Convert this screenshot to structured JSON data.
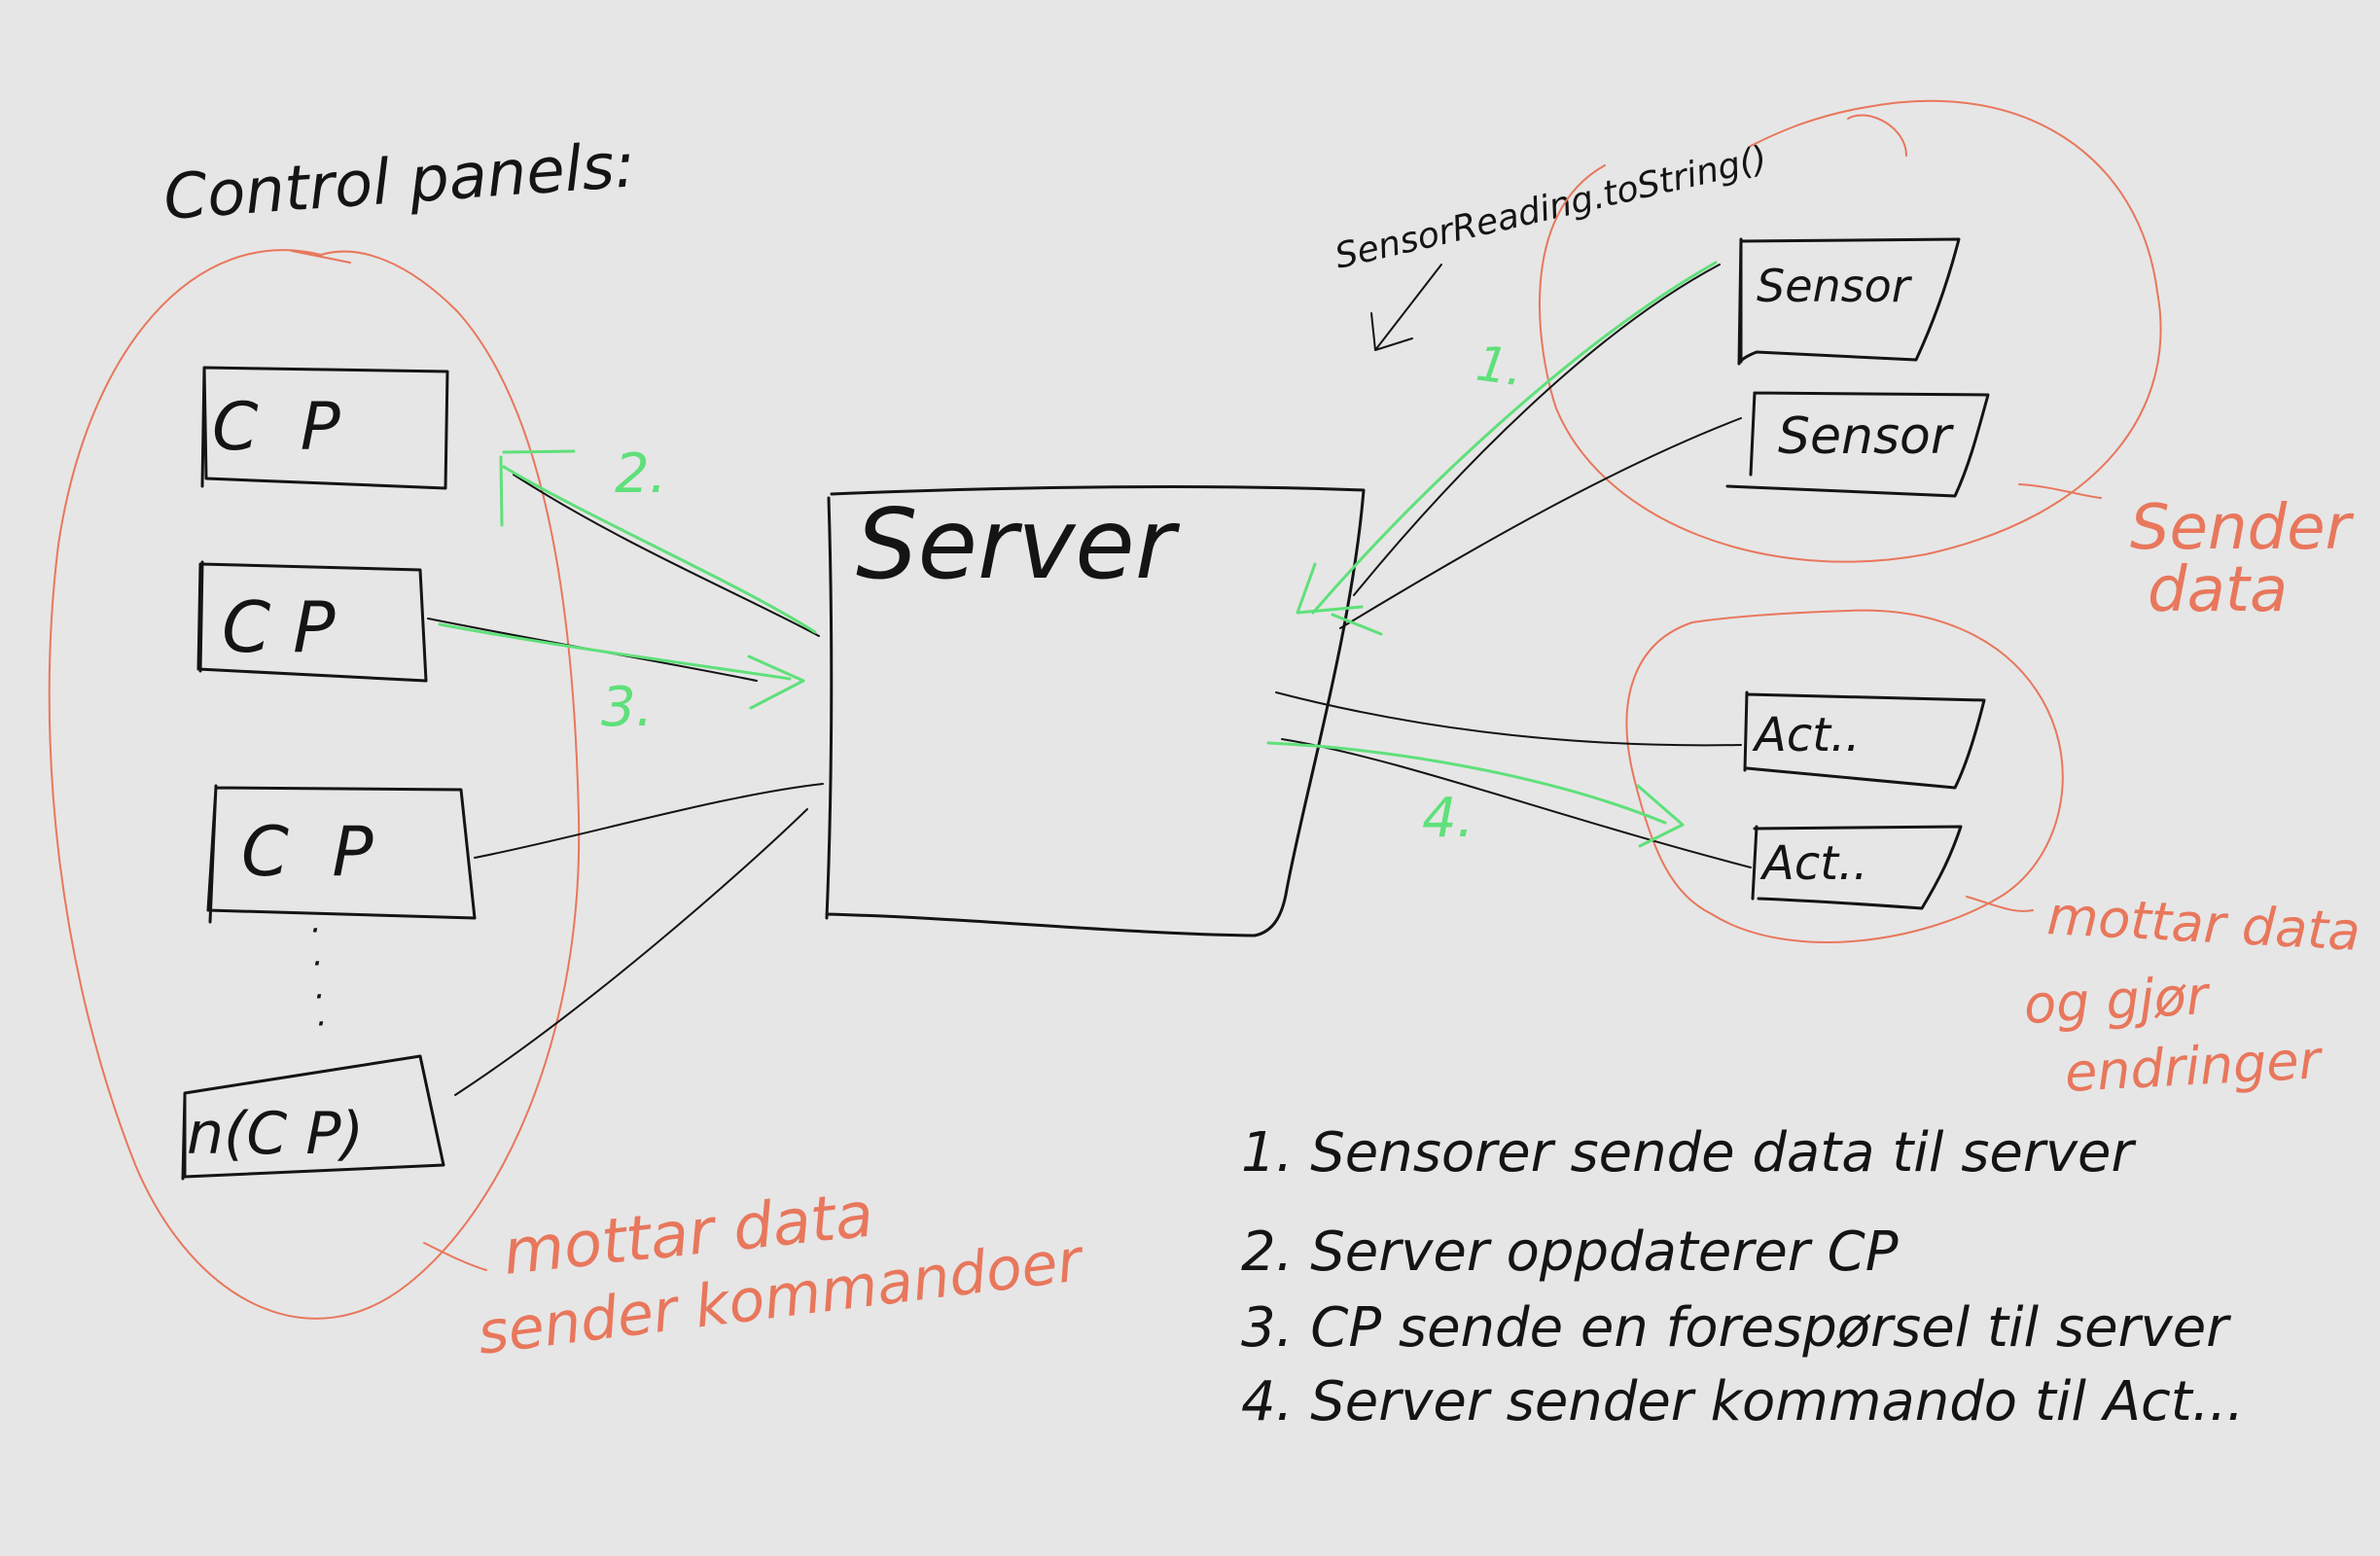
{
  "colors": {
    "background": "#e6e6e6",
    "ink": "#141414",
    "annotation_red": "#e8775c",
    "flow_green": "#5fe07a"
  },
  "heading": "Control panels:",
  "server_label": "Server",
  "method_note": "SensorReading.toString()",
  "control_panels": [
    "C  P",
    "C P",
    "C  P",
    "n(C P)"
  ],
  "ellipsis": "·\n·\n·",
  "sensors": [
    "Sensor",
    "Sensor"
  ],
  "actuators": [
    "Act..",
    "Act.."
  ],
  "flow_numbers": [
    "1.",
    "2.",
    "3.",
    "4."
  ],
  "annotations": {
    "control_panels_line1": "mottar data",
    "control_panels_line2": "sender kommandoer",
    "sensors_line1": "Sender",
    "sensors_line2": "data",
    "actuators_line1": "mottar data",
    "actuators_line2": "og gjør",
    "actuators_line3": "endringer"
  },
  "steps": [
    "1. Sensorer sende data til server",
    "2. Server oppdaterer CP",
    "3. CP sende en forespørsel til server",
    "4. Server sender kommando til Act..."
  ]
}
